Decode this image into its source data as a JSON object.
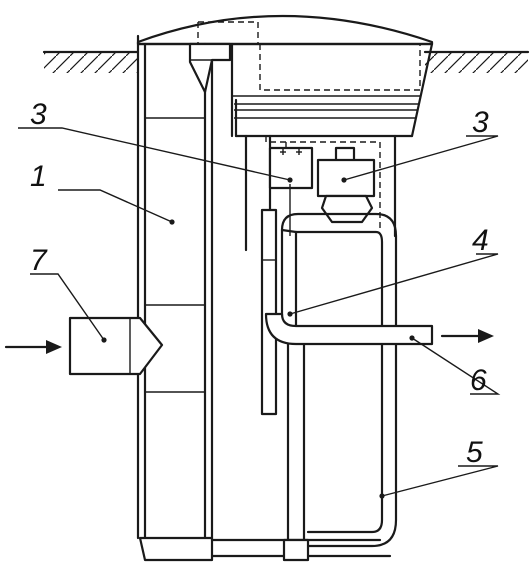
{
  "labels": {
    "l1": "1",
    "l3a": "3",
    "l3b": "3",
    "l4": "4",
    "l5": "5",
    "l6": "6",
    "l7": "7"
  },
  "colors": {
    "ink": "#1a1a1a",
    "background": "#ffffff"
  }
}
